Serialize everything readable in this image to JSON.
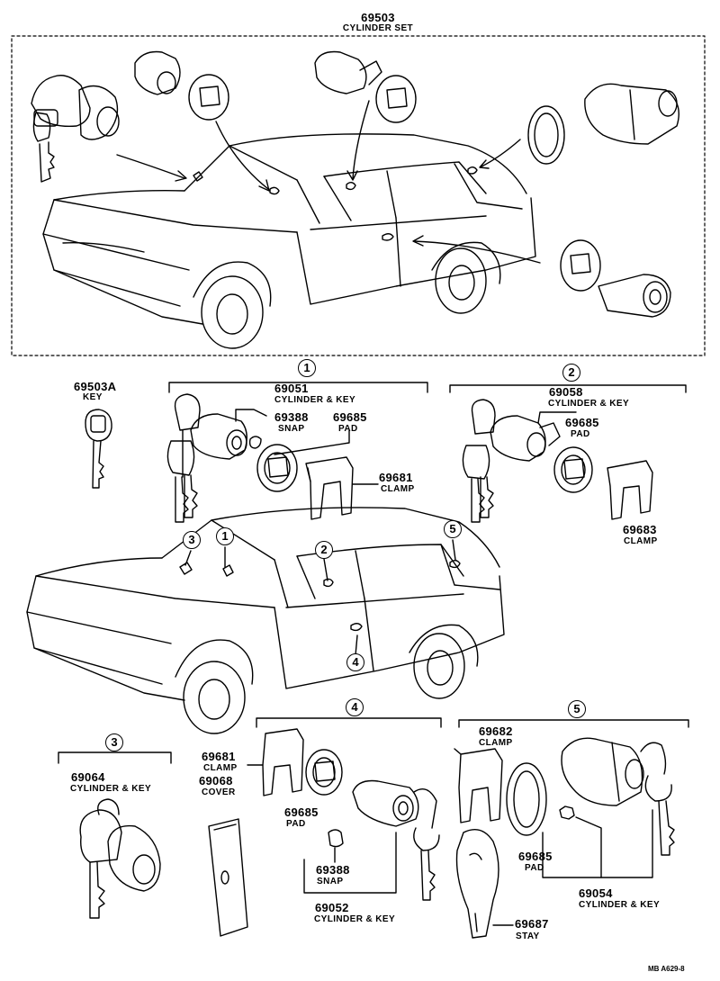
{
  "header": {
    "part_no": "69503",
    "description": "CYLINDER SET"
  },
  "key": {
    "part_no": "69503A",
    "description": "KEY"
  },
  "callouts": [
    "1",
    "2",
    "3",
    "4",
    "5"
  ],
  "group1": {
    "cylinder": {
      "part_no": "69051",
      "description": "CYLINDER & KEY"
    },
    "snap": {
      "part_no": "69388",
      "description": "SNAP"
    },
    "pad": {
      "part_no": "69685",
      "description": "PAD"
    },
    "clamp": {
      "part_no": "69681",
      "description": "CLAMP"
    }
  },
  "group2": {
    "cylinder": {
      "part_no": "69058",
      "description": "CYLINDER & KEY"
    },
    "pad": {
      "part_no": "69685",
      "description": "PAD"
    },
    "clamp": {
      "part_no": "69683",
      "description": "CLAMP"
    }
  },
  "group3": {
    "cylinder": {
      "part_no": "69064",
      "description": "CYLINDER & KEY"
    }
  },
  "group4": {
    "clamp": {
      "part_no": "69681",
      "description": "CLAMP"
    },
    "cover": {
      "part_no": "69068",
      "description": "COVER"
    },
    "pad": {
      "part_no": "69685",
      "description": "PAD"
    },
    "snap": {
      "part_no": "69388",
      "description": "SNAP"
    },
    "cylinder": {
      "part_no": "69052",
      "description": "CYLINDER & KEY"
    }
  },
  "group5": {
    "clamp": {
      "part_no": "69682",
      "description": "CLAMP"
    },
    "pad": {
      "part_no": "69685",
      "description": "PAD"
    },
    "cylinder": {
      "part_no": "69054",
      "description": "CYLINDER & KEY"
    },
    "stay": {
      "part_no": "69687",
      "description": "STAY"
    }
  },
  "footer": {
    "code": "MB A629-8"
  }
}
